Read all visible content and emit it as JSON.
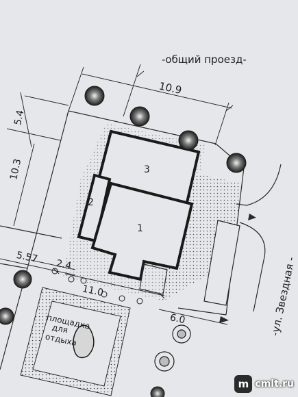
{
  "road_top": "-общий проезд-",
  "road_right": "-ул. Звездная -",
  "dimensions": {
    "plot_width": "10.9",
    "plot_offset_top": "5.4",
    "plot_offset_left": "10.3",
    "left_offset": "5.57",
    "gap_small": "2.4",
    "house_front": "11.0",
    "right_setback": "6.0"
  },
  "building_labels": {
    "b1": "1",
    "b2": "2",
    "b3": "3"
  },
  "rest_area": {
    "line1": "площадка",
    "line2": "для",
    "line3": "отдыха"
  },
  "watermark": {
    "badge": "m",
    "text": "cmlt.ru"
  }
}
